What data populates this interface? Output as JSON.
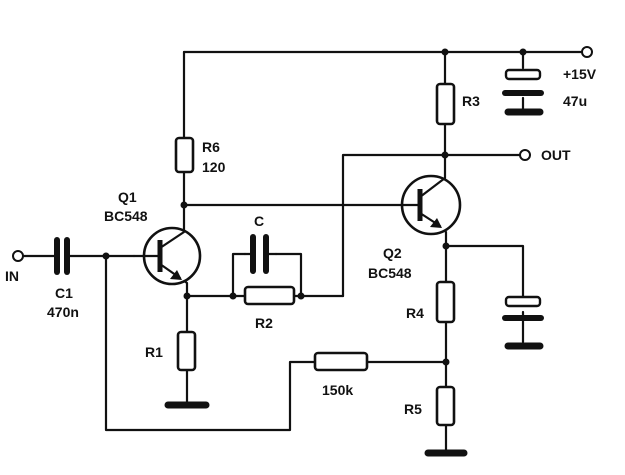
{
  "schematic": {
    "q1": {
      "ref": "Q1",
      "type": "BC548"
    },
    "q2": {
      "ref": "Q2",
      "type": "BC548"
    },
    "c1": {
      "ref": "C1",
      "value": "470n"
    },
    "c": {
      "ref": "C"
    },
    "r1": {
      "ref": "R1"
    },
    "r2": {
      "ref": "R2"
    },
    "r3": {
      "ref": "R3"
    },
    "r4": {
      "ref": "R4"
    },
    "r5": {
      "ref": "R5"
    },
    "r6": {
      "ref": "R6",
      "value": "120"
    },
    "rf": {
      "value": "150k"
    },
    "supply": {
      "label": "+15V"
    },
    "cs": {
      "value": "47u"
    },
    "input": {
      "label": "IN"
    },
    "output": {
      "label": "OUT"
    }
  },
  "colors": {
    "ink": "#111111",
    "background": "#ffffff"
  }
}
